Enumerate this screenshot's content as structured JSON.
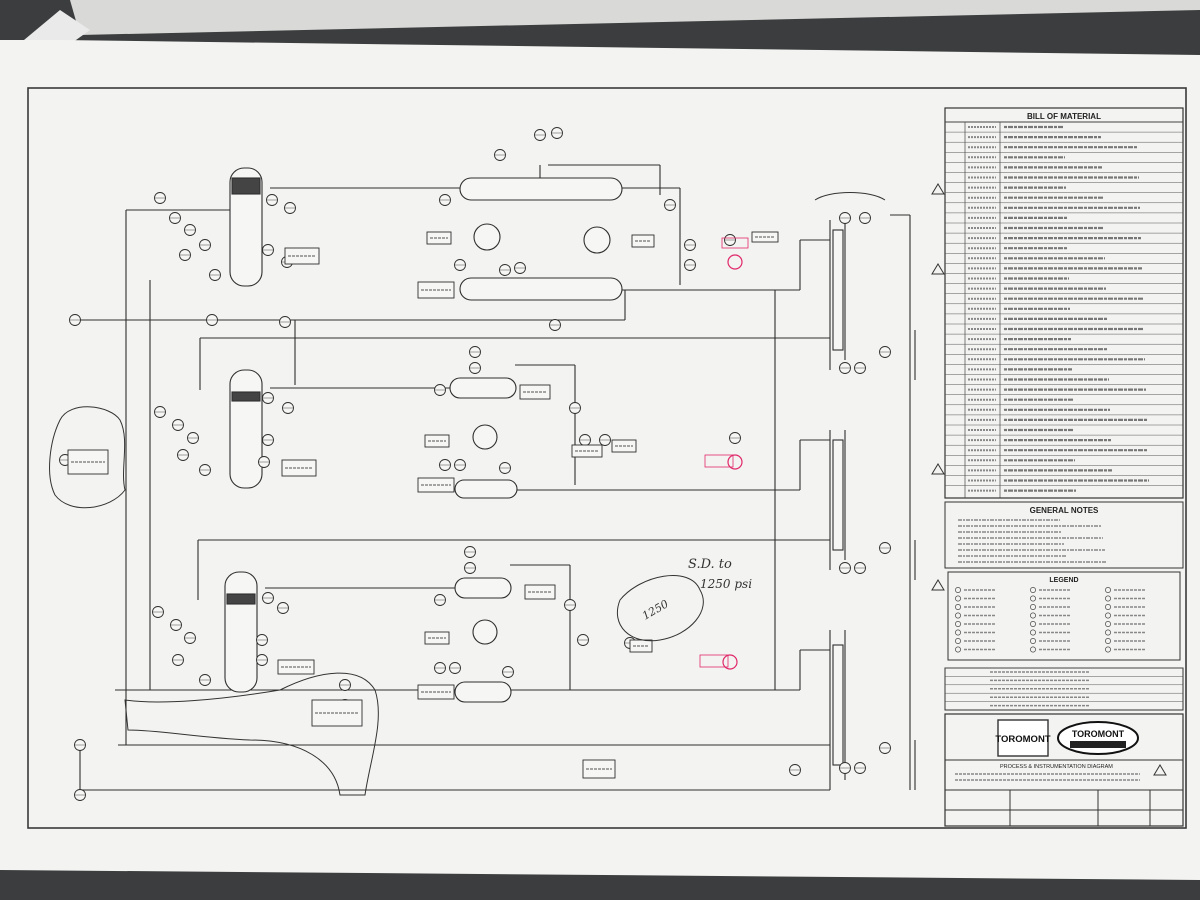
{
  "bill_of_material": {
    "title": "BILL OF MATERIAL"
  },
  "general_notes": {
    "title": "GENERAL NOTES"
  },
  "legend": {
    "title": "LEGEND"
  },
  "title_block": {
    "company_left": "TOROMONT",
    "company_right": "TOROMONT",
    "drawing_title_line1": "PROCESS & INSTRUMENTATION DIAGRAM"
  },
  "handwritten": {
    "note_1_line1": "S.D. to",
    "note_1_line2": "1250 psi",
    "note_2": "1250"
  },
  "colors": {
    "paper": "#f3f3f1",
    "ink": "#2a2a2a",
    "markup_red": "#e0286a",
    "background": "#3b3d3e"
  }
}
